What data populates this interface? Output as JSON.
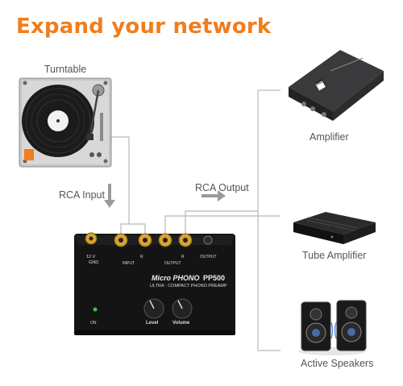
{
  "heading": "Expand your network",
  "devices": {
    "turntable": "Turntable",
    "amplifier": "Amplifier",
    "tube_amplifier": "Tube Amplifier",
    "active_speakers": "Active Speakers"
  },
  "flow": {
    "input": "RCA Input",
    "output": "RCA Output"
  },
  "preamp": {
    "brand": "Micro PHONO",
    "model": "PP500",
    "tagline": "ULTRA · COMPACT PHONO PREAMP",
    "power": "12 V",
    "gnd": "GND",
    "input": "INPUT",
    "output": "OUTPUT",
    "output2": "OUTPUT",
    "channel_r1": "R",
    "channel_r2": "R",
    "knob_level": "Level",
    "knob_volume": "Volume",
    "switch_on": "ON"
  },
  "amp_badge": "Hifi"
}
